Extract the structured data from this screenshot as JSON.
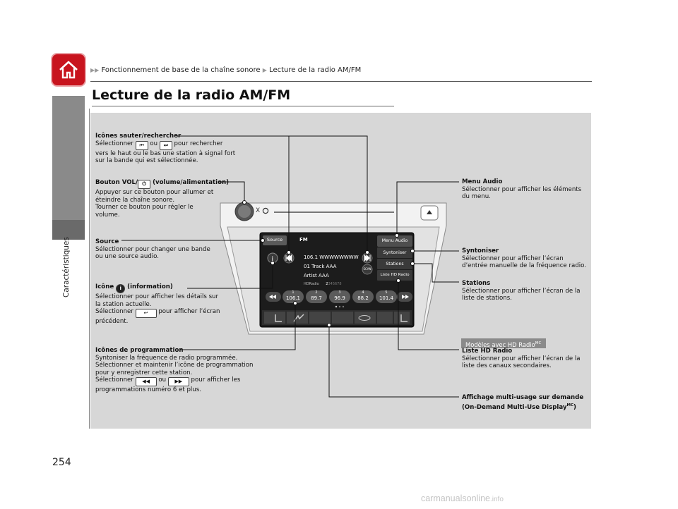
{
  "breadcrumb": {
    "part1": "Fonctionnement de base de la chaîne sonore",
    "part2": "Lecture de la radio AM/FM"
  },
  "sidebar": {
    "section": "Caractéristiques",
    "page_number": "254"
  },
  "page": {
    "title": "Lecture de la radio AM/FM"
  },
  "annotations": {
    "skip": {
      "title": "Icônes sauter/rechercher",
      "l1a": "Sélectionner",
      "l1b": "ou",
      "l1c": "pour rechercher",
      "l2": "vers le haut ou le bas une station à signal fort",
      "l3": "sur la bande qui est sélectionnée."
    },
    "vol": {
      "title_a": "Bouton VOL/",
      "title_b": "(volume/alimentation)",
      "l1": "Appuyer sur ce bouton pour allumer et",
      "l2": "éteindre la chaîne sonore.",
      "l3": "Tourner ce bouton pour régler le",
      "l4": "volume."
    },
    "source": {
      "title": "Source",
      "l1": "Sélectionner pour changer une bande",
      "l2": "ou une source audio."
    },
    "info": {
      "title_a": "Icône",
      "title_b": "(information)",
      "l1": "Sélectionner pour afficher les détails sur",
      "l2": "la station actuelle.",
      "l3a": "Sélectionner",
      "l3b": "pour afficher l’écran",
      "l4": "précédent."
    },
    "preset": {
      "title": "Icônes de programmation",
      "l1": "Syntoniser la fréquence de radio programmée.",
      "l2": "Sélectionner et maintenir l’icône de programmation",
      "l3": "pour y enregistrer cette station.",
      "l4a": "Sélectionner",
      "l4b": "ou",
      "l4c": "pour afficher les",
      "l5": "programmations numéro 6 et plus."
    },
    "menu": {
      "title": "Menu Audio",
      "l1": "Sélectionner pour afficher les éléments",
      "l2": "du menu."
    },
    "tune": {
      "title": "Syntoniser",
      "l1": "Sélectionner pour afficher l’écran",
      "l2": "d’entrée manuelle de la fréquence radio."
    },
    "stations": {
      "title": "Stations",
      "l1": "Sélectionner pour afficher l’écran de la",
      "l2": "liste de stations."
    },
    "hd_badge": {
      "text": "Modèles avec HD Radio",
      "sup": "MC"
    },
    "hdlist": {
      "title": "Liste HD Radio",
      "l1": "Sélectionner pour afficher l’écran de la",
      "l2": "liste des canaux secondaires."
    },
    "odmd": {
      "l1": "Affichage multi-usage sur demande",
      "l2a": "(On-Demand Multi-Use Display",
      "l2sup": "MC",
      "l2b": ")"
    }
  },
  "screen": {
    "source_btn": "Source",
    "band": "FM",
    "station": "106.1 WWWWWWWW",
    "track": "01 Track AAA",
    "artist": "Artist AAA",
    "hd_label": "HDRadio",
    "hd_channel": "2",
    "hd_channels_dim": "345678",
    "menu_audio": "Menu Audio",
    "syntoniser": "Syntoniser",
    "stations": "Stations",
    "liste_hd": "Liste HD Radio",
    "scan": "SCAN",
    "presets": [
      {
        "num": "1",
        "freq": "106.1"
      },
      {
        "num": "2",
        "freq": "89.7"
      },
      {
        "num": "3",
        "freq": "96.9"
      },
      {
        "num": "4",
        "freq": "88.2"
      },
      {
        "num": "5",
        "freq": "101.4"
      }
    ]
  },
  "watermark": {
    "main": "carmanualsonline",
    "suffix": ".info"
  },
  "colors": {
    "home_red": "#c8141e",
    "panel_gray": "#d7d7d7",
    "sidebar_gray": "#8a8a8a",
    "screen_dark": "#1c1c1c"
  }
}
